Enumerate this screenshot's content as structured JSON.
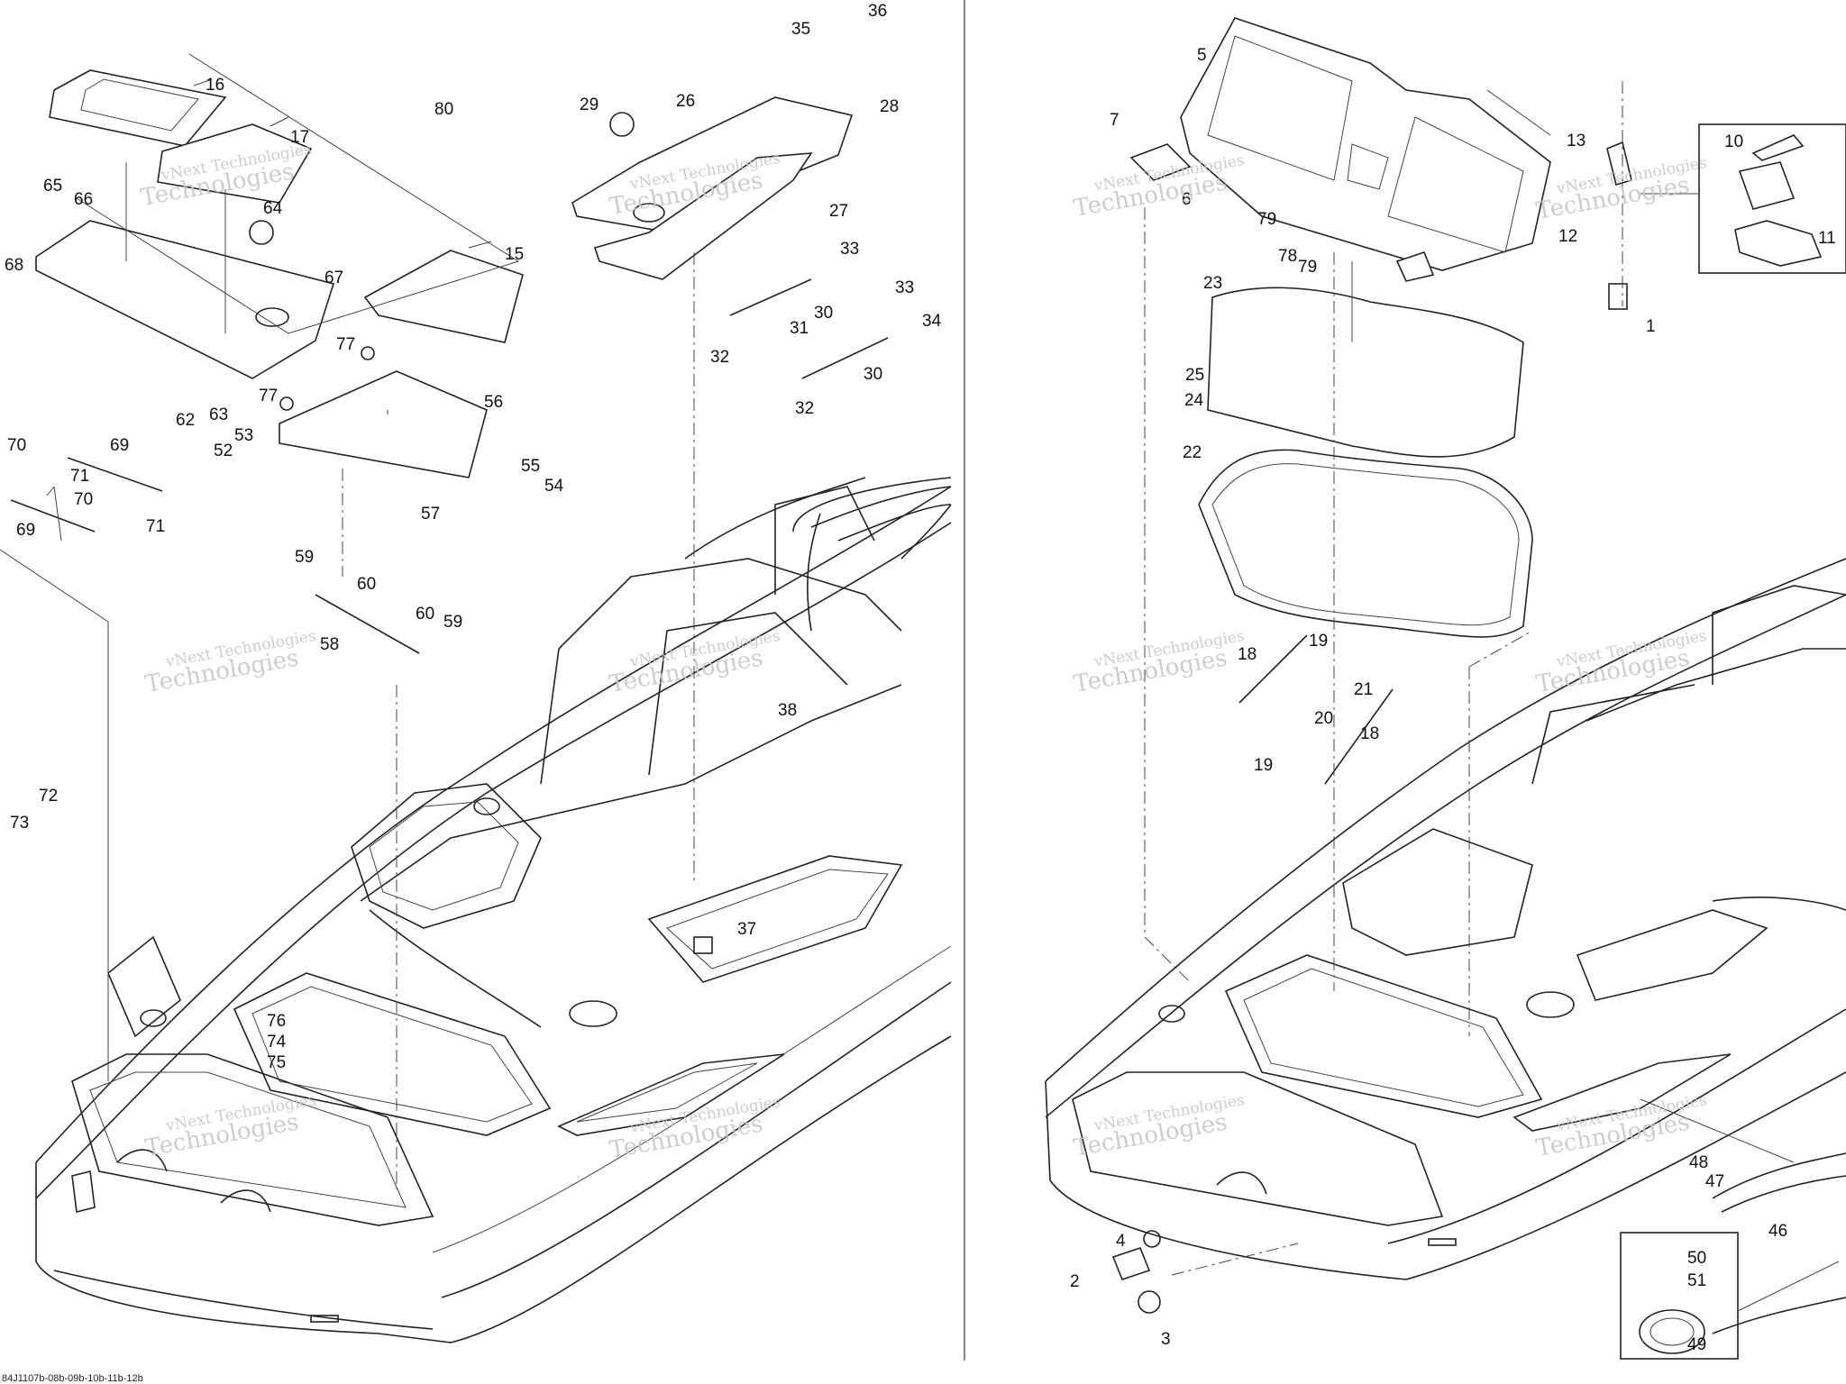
{
  "diagram": {
    "drawing_code": "84J1107b-08b-09b-10b-11b-12b",
    "watermark": {
      "line1": "vNext Technologies",
      "line2": "Technologies"
    },
    "callouts_left": [
      "16",
      "17",
      "80",
      "65",
      "66",
      "64",
      "68",
      "67",
      "15",
      "77",
      "77",
      "62",
      "63",
      "56",
      "53",
      "52",
      "70",
      "69",
      "71",
      "70",
      "69",
      "71",
      "55",
      "54",
      "57",
      "59",
      "60",
      "58",
      "60",
      "59",
      "72",
      "73",
      "76",
      "74",
      "75",
      "29",
      "26",
      "36",
      "35",
      "28",
      "27",
      "33",
      "30",
      "33",
      "34",
      "31",
      "32",
      "30",
      "32",
      "38",
      "37"
    ],
    "callouts_right": [
      "5",
      "7",
      "6",
      "79",
      "78",
      "79",
      "13",
      "10",
      "11",
      "12",
      "1",
      "23",
      "25",
      "24",
      "22",
      "18",
      "19",
      "21",
      "20",
      "18",
      "19",
      "48",
      "47",
      "46",
      "2",
      "4",
      "3",
      "50",
      "51",
      "49"
    ]
  }
}
